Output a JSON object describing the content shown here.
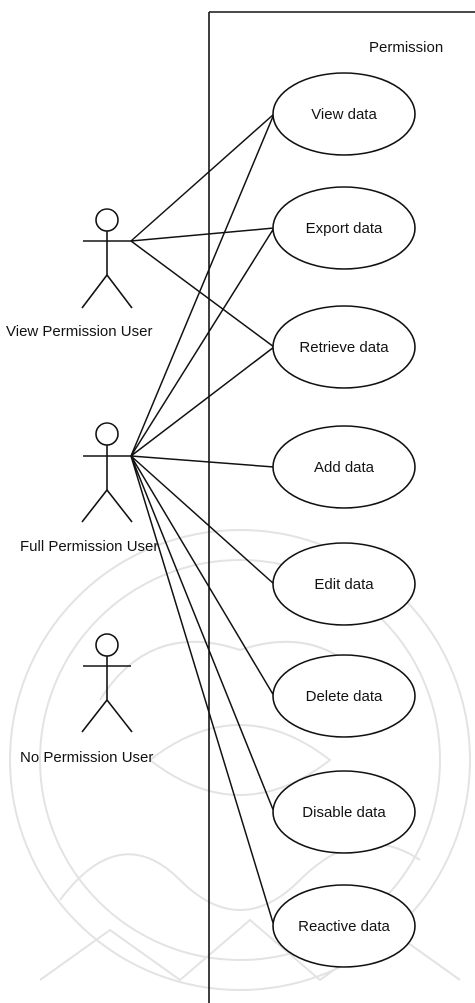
{
  "boundary": {
    "label": "Permission"
  },
  "actors": [
    {
      "id": "view",
      "label": "View Permission User"
    },
    {
      "id": "full",
      "label": "Full Permission User"
    },
    {
      "id": "none",
      "label": "No Permission User"
    }
  ],
  "use_cases": [
    {
      "id": "view_data",
      "label": "View data"
    },
    {
      "id": "export_data",
      "label": "Export data"
    },
    {
      "id": "retrieve_data",
      "label": "Retrieve data"
    },
    {
      "id": "add_data",
      "label": "Add data"
    },
    {
      "id": "edit_data",
      "label": "Edit data"
    },
    {
      "id": "delete_data",
      "label": "Delete data"
    },
    {
      "id": "disable_data",
      "label": "Disable data"
    },
    {
      "id": "reactive_data",
      "label": "Reactive data"
    }
  ],
  "associations": [
    {
      "from": "view",
      "to": "view_data"
    },
    {
      "from": "view",
      "to": "export_data"
    },
    {
      "from": "view",
      "to": "retrieve_data"
    },
    {
      "from": "full",
      "to": "view_data"
    },
    {
      "from": "full",
      "to": "export_data"
    },
    {
      "from": "full",
      "to": "retrieve_data"
    },
    {
      "from": "full",
      "to": "add_data"
    },
    {
      "from": "full",
      "to": "edit_data"
    },
    {
      "from": "full",
      "to": "delete_data"
    },
    {
      "from": "full",
      "to": "disable_data"
    },
    {
      "from": "full",
      "to": "reactive_data"
    }
  ],
  "colors": {
    "line": "#111111",
    "background": "#ffffff",
    "watermark": "#e3e3e3"
  }
}
